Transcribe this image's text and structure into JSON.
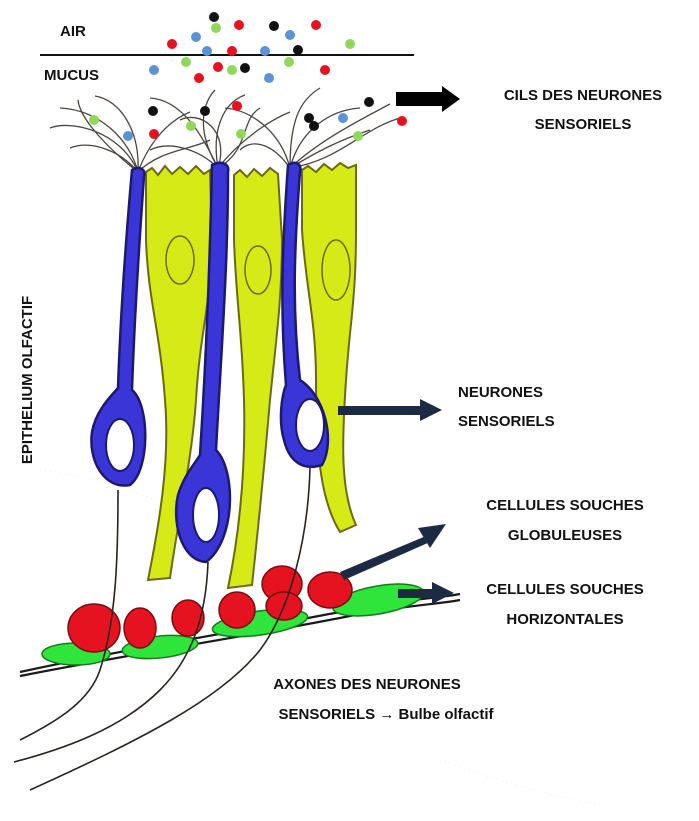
{
  "labels": {
    "air": "AIR",
    "mucus": "MUCUS",
    "cilia_line1": "CILS DES NEURONES",
    "cilia_line2": "SENSORIELS",
    "neurons_line1": "NEURONES",
    "neurons_line2": "SENSORIELS",
    "globose_line1": "CELLULES SOUCHES",
    "globose_line2": "GLOBULEUSES",
    "horizontal_line1": "CELLULES SOUCHES",
    "horizontal_line2": "HORIZONTALES",
    "axons_line1": "AXONES DES NEURONES",
    "axons_line2": "SENSORIELS → Bulbe olfactif",
    "epithelium": "EPITHELIUM OLFACTIF"
  },
  "colors": {
    "odorant_red": "#e4131f",
    "odorant_blue": "#5b93d6",
    "odorant_green": "#8fd85a",
    "odorant_black": "#111111",
    "sensory_neuron": "#3a35d6",
    "supporting_cell": "#d6ea17",
    "globose_stem_cell": "#e4131f",
    "horizontal_stem_cell": "#2fe43a",
    "arrow_fill": "#1c2a44"
  }
}
